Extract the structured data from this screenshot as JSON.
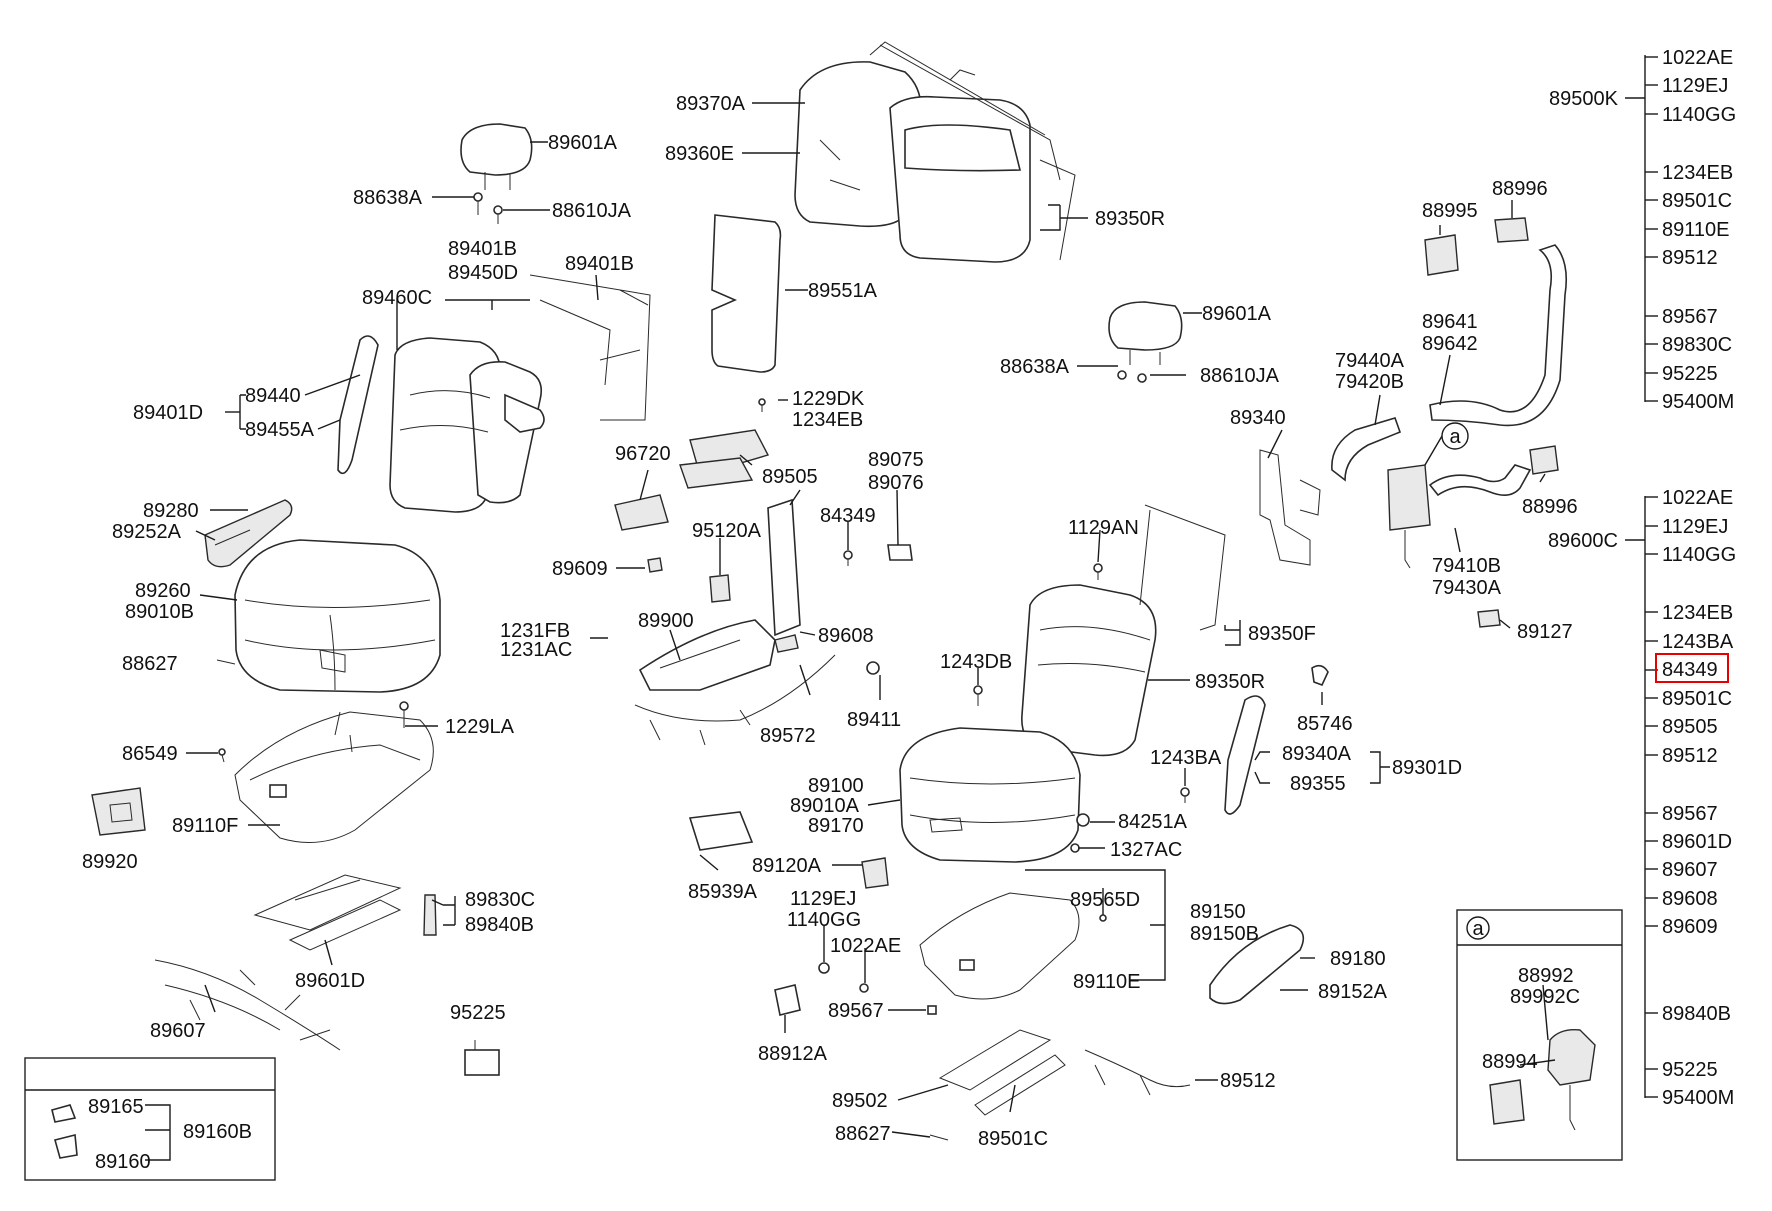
{
  "highlight": {
    "label": "84349",
    "color": "#e60000"
  },
  "labels": {
    "p89370A": "89370A",
    "p89360E": "89360E",
    "p89350R_a": "89350R",
    "p89551A": "89551A",
    "p89601A_a": "89601A",
    "p88638A_a": "88638A",
    "p88610JA_a": "88610JA",
    "p89401B_a": "89401B",
    "p89450D": "89450D",
    "p89401B_b": "89401B",
    "p89460C": "89460C",
    "p89440": "89440",
    "p89401D": "89401D",
    "p89455A": "89455A",
    "p89280": "89280",
    "p89252A": "89252A",
    "p89260": "89260",
    "p89010B": "89010B",
    "p88627_a": "88627",
    "p1229LA": "1229LA",
    "p86549": "86549",
    "p89110F": "89110F",
    "p89920": "89920",
    "p89830C_a": "89830C",
    "p89840B_a": "89840B",
    "p89601D_a": "89601D",
    "p89607_a": "89607",
    "p95225_a": "95225",
    "p89165": "89165",
    "p89160B": "89160B",
    "p89160": "89160",
    "p1229DK": "1229DK",
    "p1234EB_a": "1234EB",
    "p96720": "96720",
    "p89505_a": "89505",
    "p89075": "89075",
    "p89076": "89076",
    "p84349_a": "84349",
    "p95120A": "95120A",
    "p89609_a": "89609",
    "p1231FB": "1231FB",
    "p1231AC": "1231AC",
    "p89900": "89900",
    "p89608_a": "89608",
    "p89572": "89572",
    "p89411": "89411",
    "p85939A": "85939A",
    "p89120A": "89120A",
    "p1129EJ_a": "1129EJ",
    "p1140GG_a": "1140GG",
    "p1022AE_a": "1022AE",
    "p89567_a": "89567",
    "p88912A": "88912A",
    "p89502": "89502",
    "p88627_b": "88627",
    "p89501C_a": "89501C",
    "p89512_a": "89512",
    "p89601A_b": "89601A",
    "p88638A_b": "88638A",
    "p88610JA_b": "88610JA",
    "p89340": "89340",
    "p1129AN": "1129AN",
    "p89350F": "89350F",
    "p1243DB": "1243DB",
    "p89350R_b": "89350R",
    "p85746": "85746",
    "p1243BA_a": "1243BA",
    "p89340A": "89340A",
    "p89355": "89355",
    "p89301D": "89301D",
    "p89100": "89100",
    "p89010A": "89010A",
    "p89170": "89170",
    "p84251A": "84251A",
    "p1327AC": "1327AC",
    "p89565D": "89565D",
    "p89150": "89150",
    "p89150B": "89150B",
    "p89110E": "89110E",
    "p89180": "89180",
    "p89152A": "89152A",
    "p88995": "88995",
    "p88996_a": "88996",
    "p89641": "89641",
    "p89642": "89642",
    "p79440A": "79440A",
    "p79420B": "79420B",
    "p88996_b": "88996",
    "p79410B": "79410B",
    "p79430A": "79430A",
    "p89127": "89127",
    "p88992": "88992",
    "p89992C": "89992C",
    "p88994": "88994",
    "circle_a": "a",
    "inset_a": "a"
  },
  "groups": {
    "g1": {
      "label": "89500K",
      "items": [
        "1022AE",
        "1129EJ",
        "1140GG",
        "1234EB",
        "89501C",
        "89110E",
        "89512",
        "89567",
        "89830C",
        "95225",
        "95400M"
      ]
    },
    "g2": {
      "label": "89600C",
      "items": [
        "1022AE",
        "1129EJ",
        "1140GG",
        "1234EB",
        "1243BA",
        "84349",
        "89501C",
        "89505",
        "89512",
        "89567",
        "89601D",
        "89607",
        "89608",
        "89609",
        "89840B",
        "95225",
        "95400M"
      ]
    }
  }
}
